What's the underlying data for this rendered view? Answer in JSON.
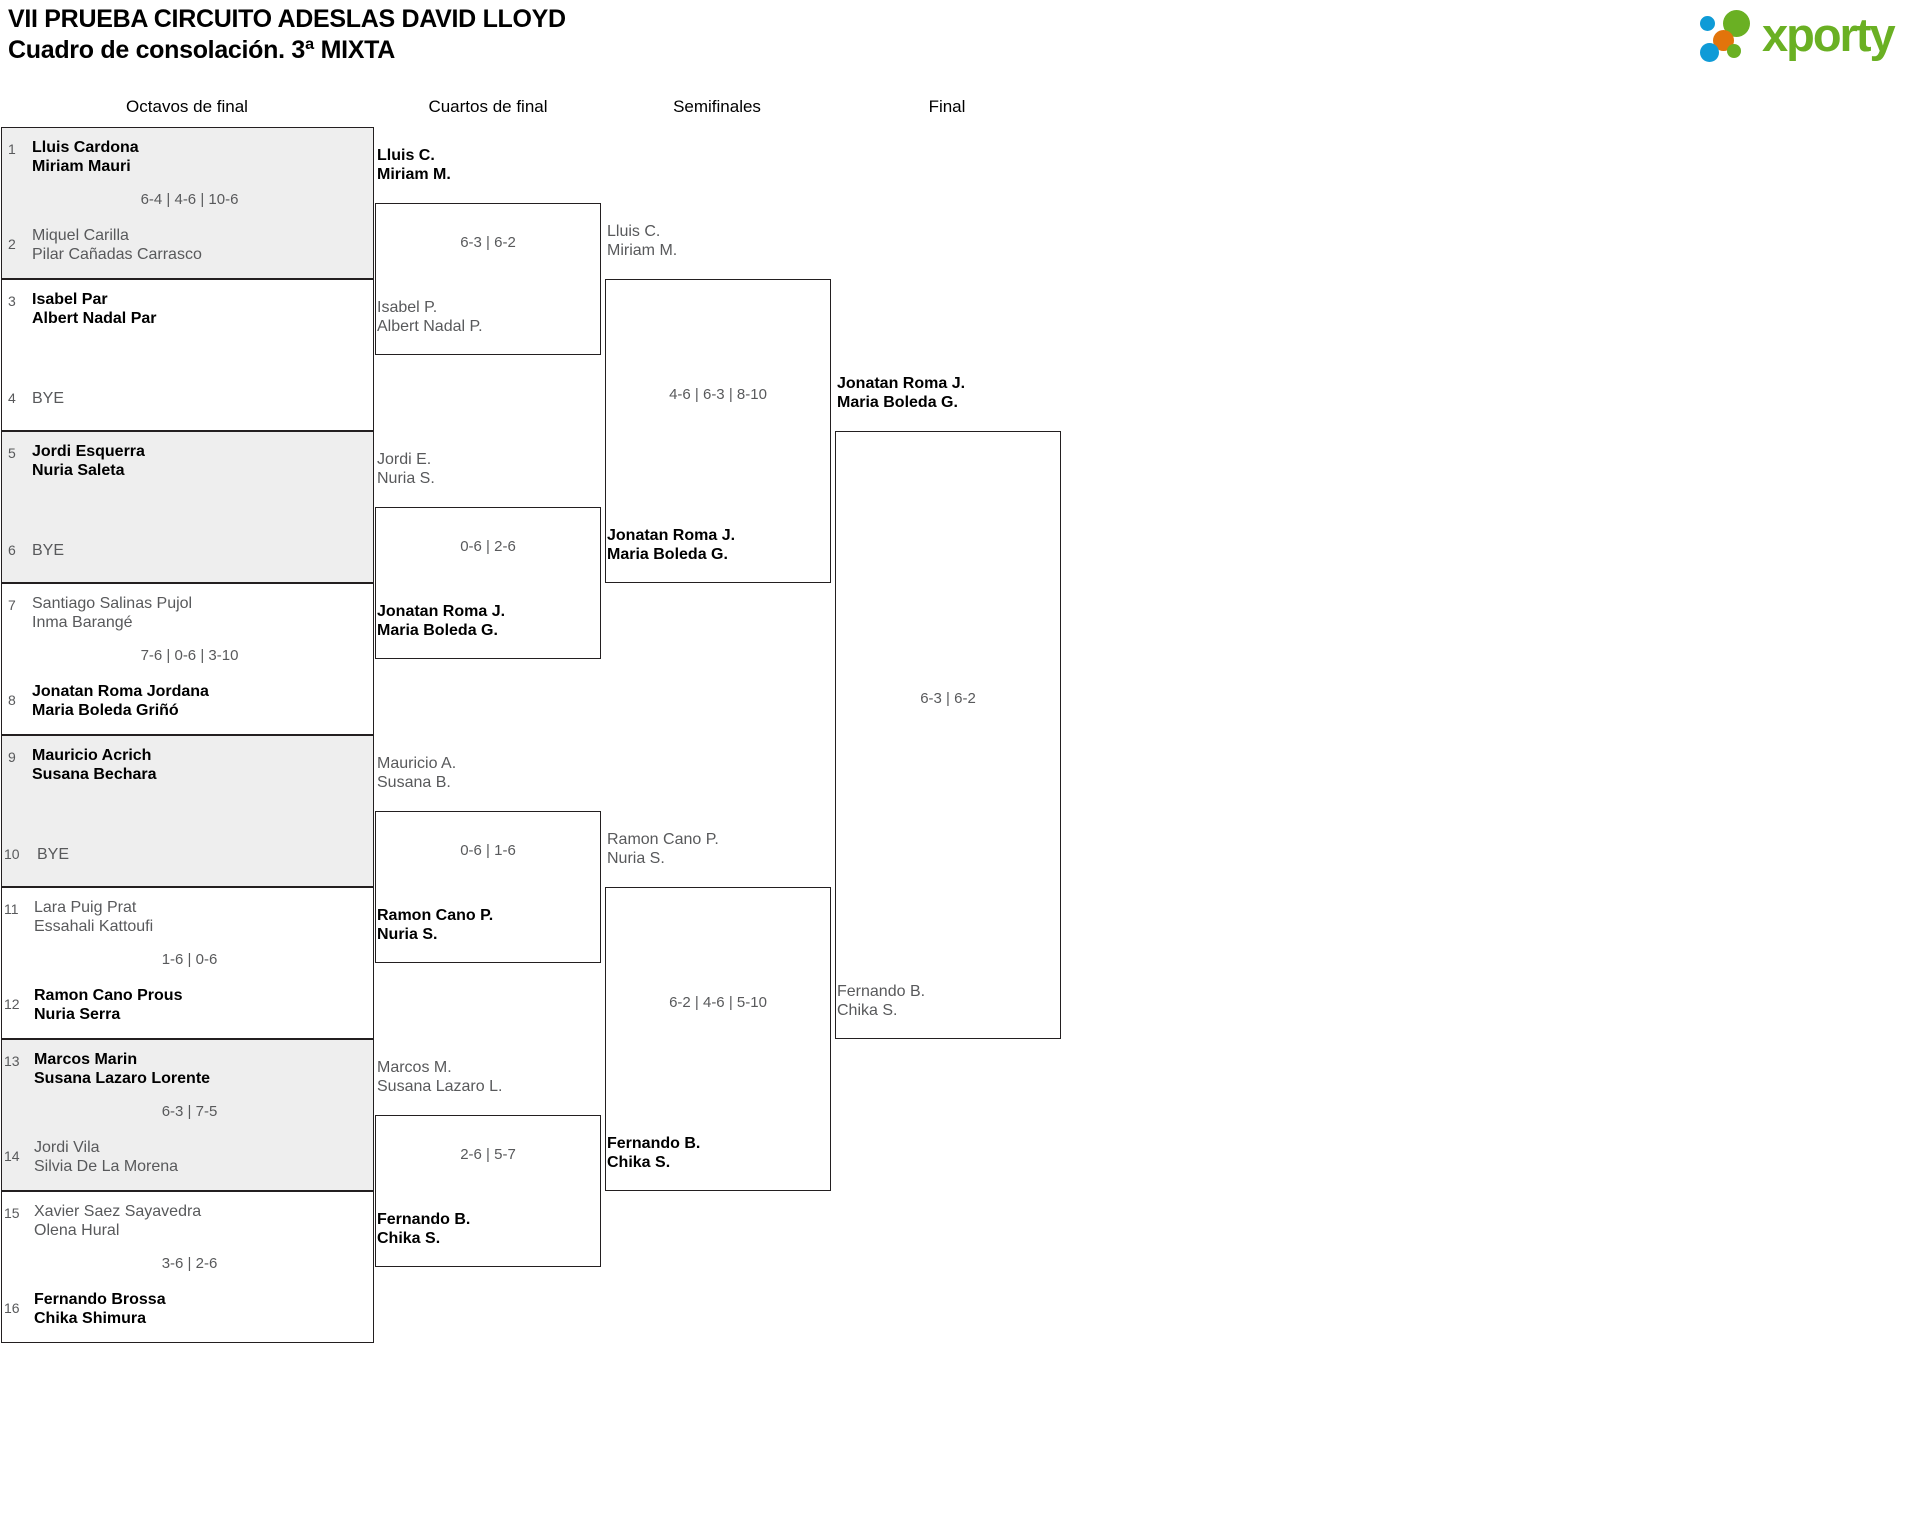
{
  "header": {
    "title_line1": "VII PRUEBA CIRCUITO ADESLAS DAVID LLOYD",
    "title_line2": "Cuadro de consolación. 3ª MIXTA",
    "logo_text": "xporty"
  },
  "colors": {
    "logo_green": "#6ab023",
    "logo_blue": "#0f9bd7",
    "logo_orange": "#e2740b",
    "shaded_row": "#eeeeee",
    "border": "#231f20",
    "winner_text": "#000000",
    "loser_text": "#58595b"
  },
  "rounds": [
    {
      "label": "Octavos de final"
    },
    {
      "label": "Cuartos de final"
    },
    {
      "label": "Semifinales"
    },
    {
      "label": "Final"
    }
  ],
  "round1": {
    "matches": [
      {
        "score": "6-4 | 4-6 | 10-6",
        "top": {
          "seed": "1",
          "p1": "Lluis Cardona",
          "p2": "Miriam Mauri",
          "result": "win"
        },
        "bottom": {
          "seed": "2",
          "p1": "Miquel Carilla",
          "p2": "Pilar Cañadas Carrasco",
          "result": "lose"
        }
      },
      {
        "score": "",
        "top": {
          "seed": "3",
          "p1": "Isabel Par",
          "p2": "Albert Nadal Par",
          "result": "win"
        },
        "bottom": {
          "seed": "4",
          "p1": "BYE",
          "p2": "",
          "result": "bye"
        }
      },
      {
        "score": "",
        "top": {
          "seed": "5",
          "p1": "Jordi Esquerra",
          "p2": "Nuria Saleta",
          "result": "win"
        },
        "bottom": {
          "seed": "6",
          "p1": "BYE",
          "p2": "",
          "result": "bye"
        }
      },
      {
        "score": "7-6 | 0-6 | 3-10",
        "top": {
          "seed": "7",
          "p1": "Santiago Salinas Pujol",
          "p2": "Inma Barangé",
          "result": "lose"
        },
        "bottom": {
          "seed": "8",
          "p1": "Jonatan Roma Jordana",
          "p2": "Maria Boleda Griñó",
          "result": "win"
        }
      },
      {
        "score": "",
        "top": {
          "seed": "9",
          "p1": "Mauricio Acrich",
          "p2": "Susana Bechara",
          "result": "win"
        },
        "bottom": {
          "seed": "10",
          "p1": "BYE",
          "p2": "",
          "result": "bye"
        }
      },
      {
        "score": "1-6 | 0-6",
        "top": {
          "seed": "11",
          "p1": "Lara Puig Prat",
          "p2": "Essahali Kattoufi",
          "result": "lose"
        },
        "bottom": {
          "seed": "12",
          "p1": "Ramon Cano Prous",
          "p2": "Nuria Serra",
          "result": "win"
        }
      },
      {
        "score": "6-3 | 7-5",
        "top": {
          "seed": "13",
          "p1": "Marcos Marin",
          "p2": "Susana Lazaro Lorente",
          "result": "win"
        },
        "bottom": {
          "seed": "14",
          "p1": "Jordi Vila",
          "p2": "Silvia De La Morena",
          "result": "lose"
        }
      },
      {
        "score": "3-6 | 2-6",
        "top": {
          "seed": "15",
          "p1": "Xavier Saez Sayavedra",
          "p2": "Olena Hural",
          "result": "lose"
        },
        "bottom": {
          "seed": "16",
          "p1": "Fernando Brossa",
          "p2": "Chika Shimura",
          "result": "win"
        }
      }
    ]
  },
  "round2": {
    "matches": [
      {
        "score": "6-3 | 6-2",
        "top": {
          "p1": "Lluis C.",
          "p2": "Miriam M.",
          "result": "win"
        },
        "bottom": {
          "p1": "Isabel P.",
          "p2": "Albert Nadal P.",
          "result": "lose"
        }
      },
      {
        "score": "0-6 | 2-6",
        "top": {
          "p1": "Jordi E.",
          "p2": "Nuria S.",
          "result": "lose"
        },
        "bottom": {
          "p1": "Jonatan Roma J.",
          "p2": "Maria Boleda G.",
          "result": "win"
        }
      },
      {
        "score": "0-6 | 1-6",
        "top": {
          "p1": "Mauricio A.",
          "p2": "Susana B.",
          "result": "lose"
        },
        "bottom": {
          "p1": "Ramon Cano P.",
          "p2": "Nuria S.",
          "result": "win"
        }
      },
      {
        "score": "2-6 | 5-7",
        "top": {
          "p1": "Marcos M.",
          "p2": "Susana Lazaro L.",
          "result": "lose"
        },
        "bottom": {
          "p1": "Fernando B.",
          "p2": "Chika S.",
          "result": "win"
        }
      }
    ]
  },
  "round3": {
    "matches": [
      {
        "score": "4-6 | 6-3 | 8-10",
        "top": {
          "p1": "Lluis C.",
          "p2": "Miriam M.",
          "result": "lose"
        },
        "bottom": {
          "p1": "Jonatan Roma J.",
          "p2": "Maria Boleda G.",
          "result": "win"
        }
      },
      {
        "score": "6-2 | 4-6 | 5-10",
        "top": {
          "p1": "Ramon Cano P.",
          "p2": "Nuria S.",
          "result": "lose"
        },
        "bottom": {
          "p1": "Fernando B.",
          "p2": "Chika S.",
          "result": "win"
        }
      }
    ]
  },
  "round4": {
    "matches": [
      {
        "score": "6-3 | 6-2",
        "top": {
          "p1": "Jonatan Roma J.",
          "p2": "Maria Boleda G.",
          "result": "win"
        },
        "bottom": {
          "p1": "Fernando B.",
          "p2": "Chika S.",
          "result": "lose"
        }
      }
    ]
  },
  "champion": {
    "p1": "Jonatan Roma J.",
    "p2": "Maria Boleda G."
  }
}
